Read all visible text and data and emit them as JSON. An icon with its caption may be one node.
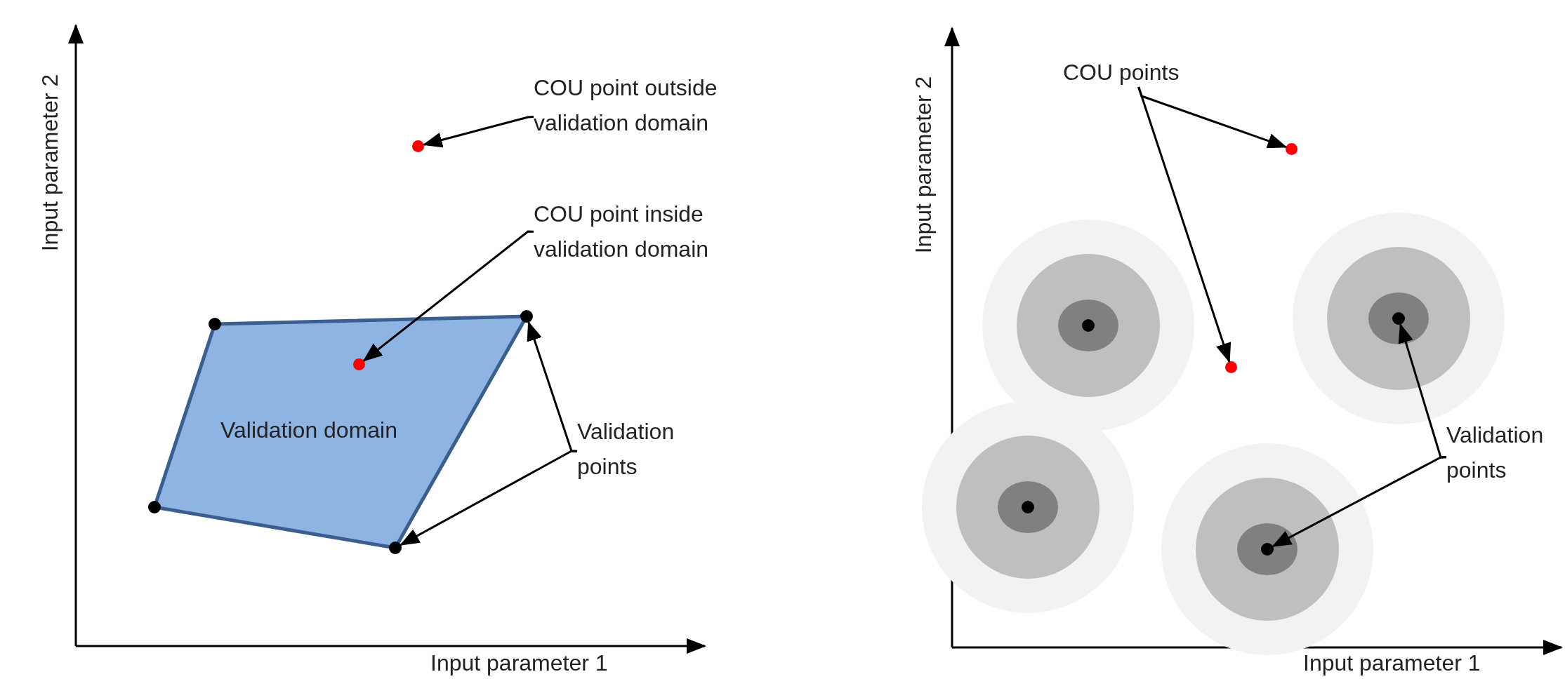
{
  "diagram": {
    "nodes": [
      {
        "text": [
          "COU point outside validation domain"
        ]
      },
      {
        "text": [],
        "shape": "circle"
      },
      {
        "text": [
          "COU point inside validation domain"
        ]
      },
      {
        "text": [
          "Validation domain"
        ]
      },
      {
        "text": [],
        "shape": "circle",
        "in": 3
      },
      {
        "text": [],
        "shape": "circle"
      },
      {
        "text": [],
        "shape": "circle"
      },
      {
        "text": [],
        "shape": "circle"
      },
      {
        "text": [],
        "shape": "circle"
      },
      {
        "text": [
          "Validation points"
        ]
      },
      {
        "text": [
          "COU points"
        ]
      },
      {
        "text": [],
        "shape": "circle"
      },
      {
        "text": [],
        "shape": "circle"
      },
      {
        "text": [],
        "shape": "circle"
      },
      {
        "text": [],
        "shape": "circle"
      },
      {
        "text": [
          "Validation points"
        ]
      },
      {
        "text": [],
        "shape": "circle"
      },
      {
        "text": [],
        "shape": "circle"
      }
    ],
    "edges": [
      {
        "from": 0,
        "to": 1,
        "arrow": "to"
      },
      {
        "from": 2,
        "to": 4,
        "arrow": "to"
      },
      {
        "from": 9,
        "to": 6,
        "arrow": "to"
      },
      {
        "from": 9,
        "to": 8,
        "arrow": "to"
      },
      {
        "from": 10,
        "to": 11,
        "arrow": "to"
      },
      {
        "from": 10,
        "to": 14,
        "arrow": "to"
      },
      {
        "from": 15,
        "to": 12,
        "arrow": "to"
      },
      {
        "from": 15,
        "to": 17,
        "arrow": "to"
      }
    ],
    "labels": [
      "Input parameter 2",
      "Input parameter 1",
      "Input parameter 2",
      "Input parameter 1"
    ]
  }
}
